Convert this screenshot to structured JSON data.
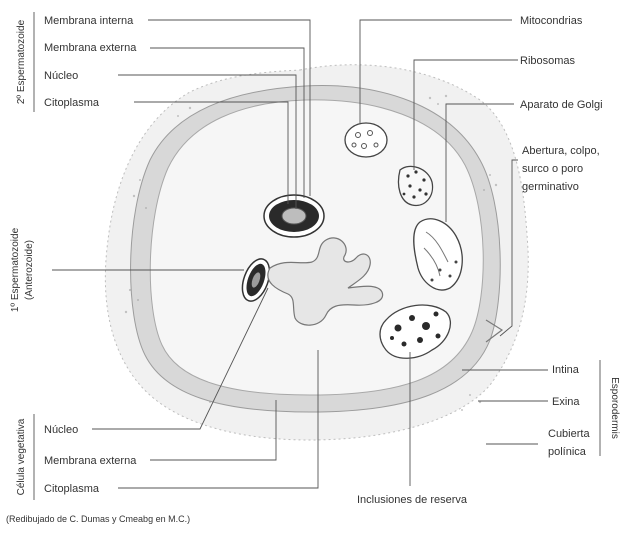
{
  "labels": {
    "membrana_interna_top": "Membrana interna",
    "membrana_externa_top": "Membrana externa",
    "nucleo_top": "Núcleo",
    "citoplasma_top": "Citoplasma",
    "mitocondrias": "Mitocondrias",
    "ribosomas": "Ribosomas",
    "aparato_golgi": "Aparato de Golgi",
    "abertura_1": "Abertura, colpo,",
    "abertura_2": "surco o poro",
    "abertura_3": "germinativo",
    "intina": "Intina",
    "exina": "Exina",
    "cubierta_1": "Cubierta",
    "cubierta_2": "polínica",
    "inclusiones": "Inclusiones de reserva",
    "nucleo_bottom": "Núcleo",
    "membrana_externa_bottom": "Membrana externa",
    "citoplasma_bottom": "Citoplasma"
  },
  "groups": {
    "espermatozoide_2": "2º Espermatozoide",
    "espermatozoide_1_a": "1º Espermatozoide",
    "espermatozoide_1_b": "(Anterozoide)",
    "celula_vegetativa": "Célula vegetativa",
    "esporodermis": "Esporodermis"
  },
  "caption": "(Redibujado de C. Dumas y Cmeabg en M.C.)",
  "colors": {
    "exine": "#d8d8d8",
    "intine": "#c9c9c9",
    "cytoplasm": "#f6f6f6",
    "ink": "#333333",
    "dark": "#2a2a2a"
  }
}
